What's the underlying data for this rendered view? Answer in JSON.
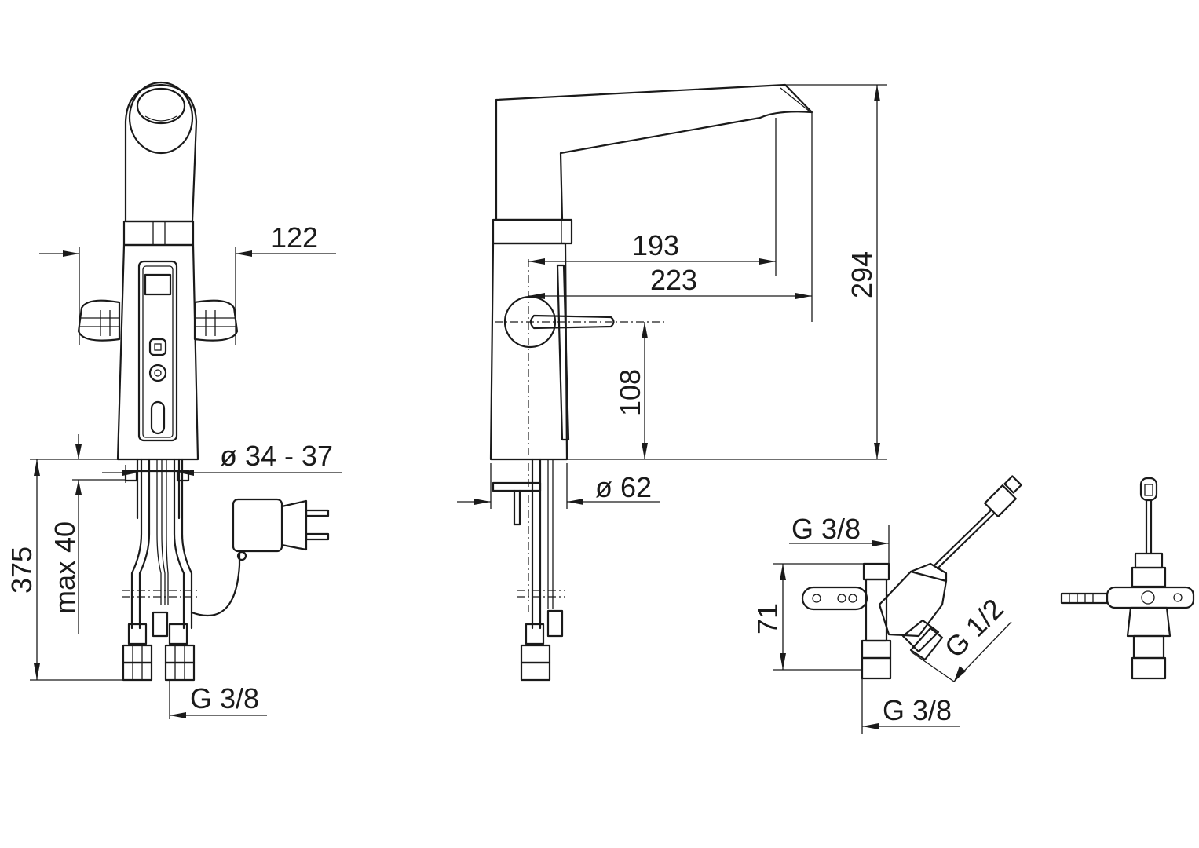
{
  "dimensions": {
    "width_122": "122",
    "pipe_diameter": "ø 34 - 37",
    "height_375": "375",
    "max_thickness": "max 40",
    "thread_left": "G 3/8",
    "reach_193": "193",
    "reach_223": "223",
    "height_294": "294",
    "lever_height_108": "108",
    "base_diameter": "ø 62",
    "valve_inlet_thread": "G 3/8",
    "valve_height_71": "71",
    "valve_side_thread": "G 1/2",
    "valve_outlet_thread": "G 3/8"
  },
  "views": [
    "front-view",
    "side-view",
    "valve-view",
    "valve-end-view"
  ]
}
